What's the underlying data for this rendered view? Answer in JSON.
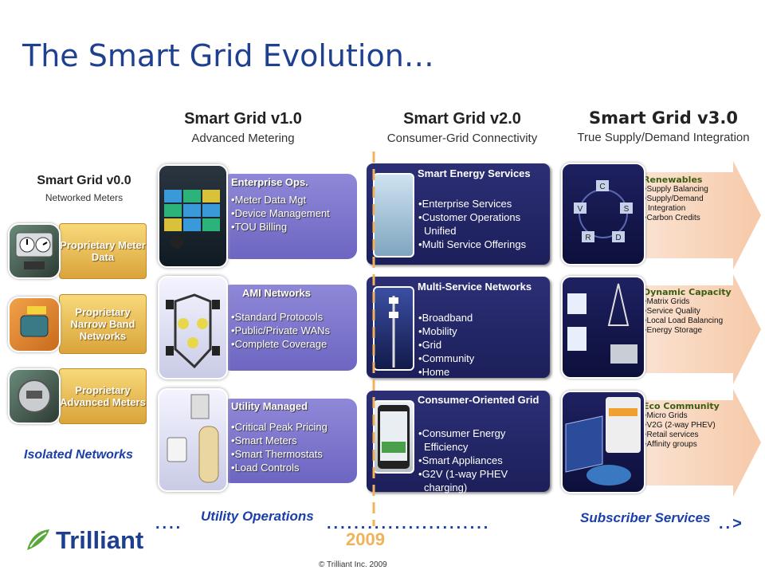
{
  "title": "The Smart Grid Evolution…",
  "v0": {
    "heading": "Smart Grid v0.0",
    "subheading": "Networked Meters",
    "boxes": [
      "Proprietary Meter Data",
      "Proprietary Narrow Band Networks",
      "Proprietary Advanced Meters"
    ],
    "footer": "Isolated Networks"
  },
  "v1": {
    "heading": "Smart Grid v1.0",
    "subheading": "Advanced Metering",
    "boxes": [
      {
        "title": "Enterprise Ops.",
        "items": [
          "Meter Data Mgt",
          "Device Management",
          "TOU Billing"
        ]
      },
      {
        "title": "AMI Networks",
        "items": [
          "Standard Protocols",
          "Public/Private WANs",
          "Complete Coverage"
        ]
      },
      {
        "title": "Utility Managed",
        "items": [
          "Critical Peak Pricing",
          "Smart Meters",
          "Smart Thermostats",
          "Load Controls"
        ]
      }
    ]
  },
  "v2": {
    "heading": "Smart Grid v2.0",
    "subheading": "Consumer-Grid Connectivity",
    "boxes": [
      {
        "title": "Smart Energy Services",
        "items": [
          "Enterprise Services",
          "Customer  Operations Unified",
          "Multi Service Offerings"
        ]
      },
      {
        "title": "Multi-Service Networks",
        "items": [
          "Broadband",
          "Mobility",
          "Grid",
          "Community",
          "Home"
        ]
      },
      {
        "title": "Consumer-Oriented Grid",
        "items": [
          "Consumer Energy Efficiency",
          "Smart Appliances",
          "G2V (1-way PHEV charging)"
        ]
      }
    ]
  },
  "v3": {
    "heading": "Smart Grid v3.0",
    "subheading": "True Supply/Demand Integration",
    "boxes": [
      {
        "title": "Renewables",
        "items": [
          "Supply Balancing",
          "Supply/Demand Integration",
          "Carbon Credits"
        ]
      },
      {
        "title": "Dynamic Capacity",
        "items": [
          "Matrix Grids",
          "Service Quality",
          "Local Load Balancing",
          "Energy Storage"
        ]
      },
      {
        "title": "Eco Community",
        "items": [
          "Micro Grids",
          "V2G (2-way PHEV)",
          "Retail services",
          "Affinity groups"
        ]
      }
    ]
  },
  "diagram_letters": [
    "C",
    "V",
    "S",
    "R",
    "D"
  ],
  "footer": {
    "left": "Utility Operations",
    "right": "Subscriber Services",
    "year": "2009",
    "copyright": "© Trilliant Inc. 2009",
    "logo": "Trilliant"
  },
  "colors": {
    "title": "#1f3f8f",
    "purple": "#7c76cc",
    "navy": "#23266b",
    "gold": "#e2b24d",
    "accent_blue": "#1a3faa",
    "year": "#f0b35a"
  }
}
